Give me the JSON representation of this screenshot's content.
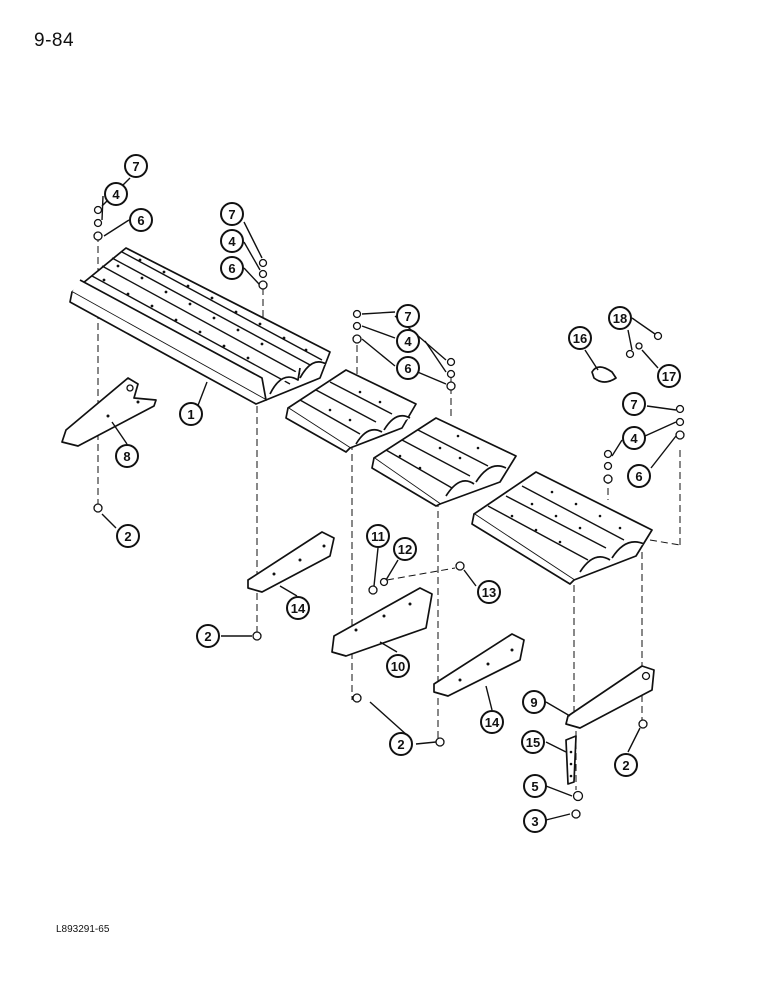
{
  "page": {
    "page_number": "9-84",
    "figure_code": "L893291-65"
  },
  "callouts": [
    {
      "id": "c7a",
      "label": "7"
    },
    {
      "id": "c4a",
      "label": "4"
    },
    {
      "id": "c6a",
      "label": "6"
    },
    {
      "id": "c7b",
      "label": "7"
    },
    {
      "id": "c4b",
      "label": "4"
    },
    {
      "id": "c6b",
      "label": "6"
    },
    {
      "id": "c1",
      "label": "1"
    },
    {
      "id": "c8",
      "label": "8"
    },
    {
      "id": "c2a",
      "label": "2"
    },
    {
      "id": "c7c",
      "label": "7"
    },
    {
      "id": "c4c",
      "label": "4"
    },
    {
      "id": "c6c",
      "label": "6"
    },
    {
      "id": "c16",
      "label": "16"
    },
    {
      "id": "c18",
      "label": "18"
    },
    {
      "id": "c17",
      "label": "17"
    },
    {
      "id": "c7d",
      "label": "7"
    },
    {
      "id": "c4d",
      "label": "4"
    },
    {
      "id": "c6d",
      "label": "6"
    },
    {
      "id": "c11",
      "label": "11"
    },
    {
      "id": "c12",
      "label": "12"
    },
    {
      "id": "c13",
      "label": "13"
    },
    {
      "id": "c14a",
      "label": "14"
    },
    {
      "id": "c2b",
      "label": "2"
    },
    {
      "id": "c10",
      "label": "10"
    },
    {
      "id": "c14b",
      "label": "14"
    },
    {
      "id": "c9",
      "label": "9"
    },
    {
      "id": "c2c",
      "label": "2"
    },
    {
      "id": "c2d",
      "label": "2"
    },
    {
      "id": "c15",
      "label": "15"
    },
    {
      "id": "c5",
      "label": "5"
    },
    {
      "id": "c3",
      "label": "3"
    }
  ]
}
